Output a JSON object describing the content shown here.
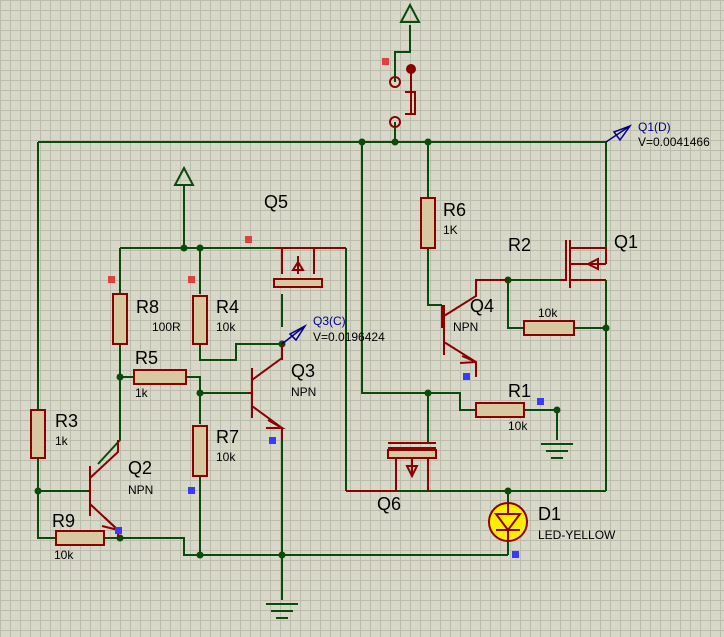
{
  "components": {
    "q1": {
      "name": "Q1"
    },
    "q2": {
      "name": "Q2",
      "type": "NPN"
    },
    "q3": {
      "name": "Q3",
      "type": "NPN"
    },
    "q4": {
      "name": "Q4",
      "type": "NPN"
    },
    "q5": {
      "name": "Q5"
    },
    "q6": {
      "name": "Q6"
    },
    "r1": {
      "name": "R1",
      "value": "10k"
    },
    "r2": {
      "name": "R2",
      "value": "10k"
    },
    "r3": {
      "name": "R3",
      "value": "1k"
    },
    "r4": {
      "name": "R4",
      "value": "10k"
    },
    "r5": {
      "name": "R5",
      "value": "1k"
    },
    "r6": {
      "name": "R6",
      "value": "1K"
    },
    "r7": {
      "name": "R7",
      "value": "10k"
    },
    "r8": {
      "name": "R8",
      "value": "100R"
    },
    "r9": {
      "name": "R9",
      "value": "10k"
    },
    "d1": {
      "name": "D1",
      "value": "LED-YELLOW"
    }
  },
  "probes": {
    "q1d": {
      "label": "Q1(D)",
      "value": "V=0.0041466"
    },
    "q3c": {
      "label": "Q3(C)",
      "value": "V=0.0196424"
    }
  },
  "colors": {
    "grid_bg": "#d8d8c8",
    "wire": "#0a4a0a",
    "lead": "#8b0000",
    "resistor_body": "#d8c8a0",
    "led": "#ffee00",
    "probe_label": "#00008b"
  }
}
